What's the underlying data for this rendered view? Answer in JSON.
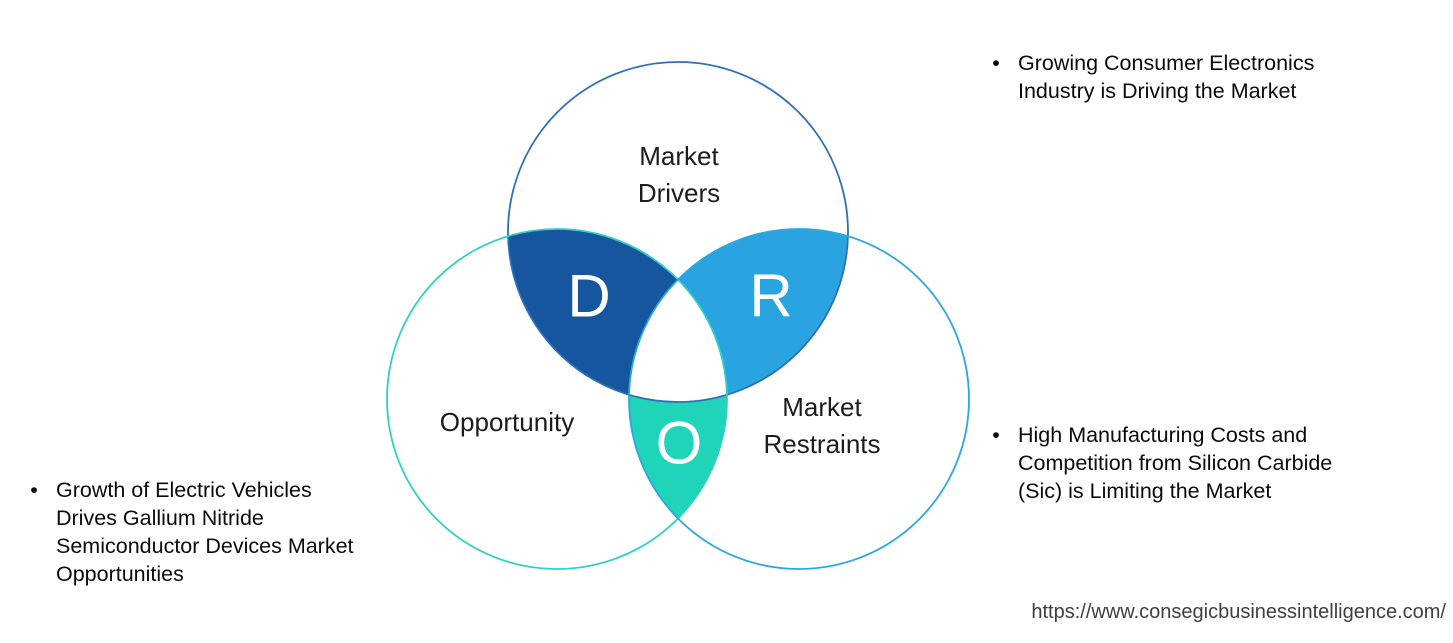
{
  "venn": {
    "letters": {
      "d": "D",
      "r": "R",
      "o": "O"
    },
    "labels": {
      "drivers_line1": "Market",
      "drivers_line2": "Drivers",
      "opportunity": "Opportunity",
      "restraints_line1": "Market",
      "restraints_line2": "Restraints"
    },
    "colors": {
      "drivers_outline": "#2e6fb8",
      "opportunity_outline": "#30d0c2",
      "restraints_outline": "#2ba7e0",
      "drivers_opportunity_fill": "#15569e",
      "drivers_restraints_fill": "#29a4e1",
      "opportunity_restraints_fill": "#1fd4b9",
      "letter_color": "#ffffff"
    }
  },
  "annotations": {
    "marker": "•",
    "driver_note": {
      "lines": [
        "Growing Consumer Electronics",
        "Industry is Driving the Market"
      ]
    },
    "restraint_note": {
      "lines": [
        "High Manufacturing Costs and",
        "Competition from Silicon Carbide",
        "(Sic) is Limiting the Market"
      ]
    },
    "opportunity_note": {
      "lines": [
        "Growth of Electric Vehicles",
        "Drives Gallium Nitride",
        "Semiconductor Devices Market",
        "Opportunities"
      ]
    }
  },
  "footer": {
    "url": "https://www.consegicbusinessintelligence.com/"
  }
}
